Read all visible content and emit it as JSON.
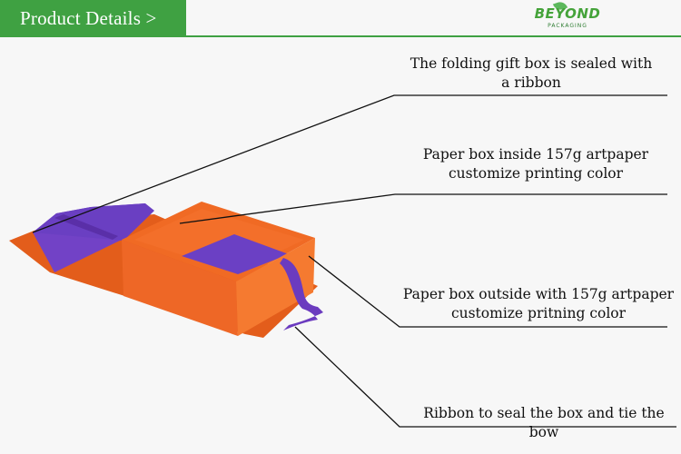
{
  "header": {
    "title": "Product Details >",
    "accent_color": "#3fa142"
  },
  "logo": {
    "brand": "BEYOND",
    "sub": "PACKAGING",
    "icon": "leaf-icon"
  },
  "callouts": [
    {
      "line1": "The folding gift box is sealed with",
      "line2": "a ribbon"
    },
    {
      "line1": "Paper box inside 157g artpaper",
      "line2": "customize printing color"
    },
    {
      "line1": "Paper box outside with 157g artpaper",
      "line2": "customize pritning color"
    },
    {
      "line1": "Ribbon to seal the box and tie the bow",
      "line2": ""
    }
  ],
  "colors": {
    "box_orange": "#f26a22",
    "box_purple": "#6a3fc2",
    "ribbon": "#6b3bbf"
  }
}
